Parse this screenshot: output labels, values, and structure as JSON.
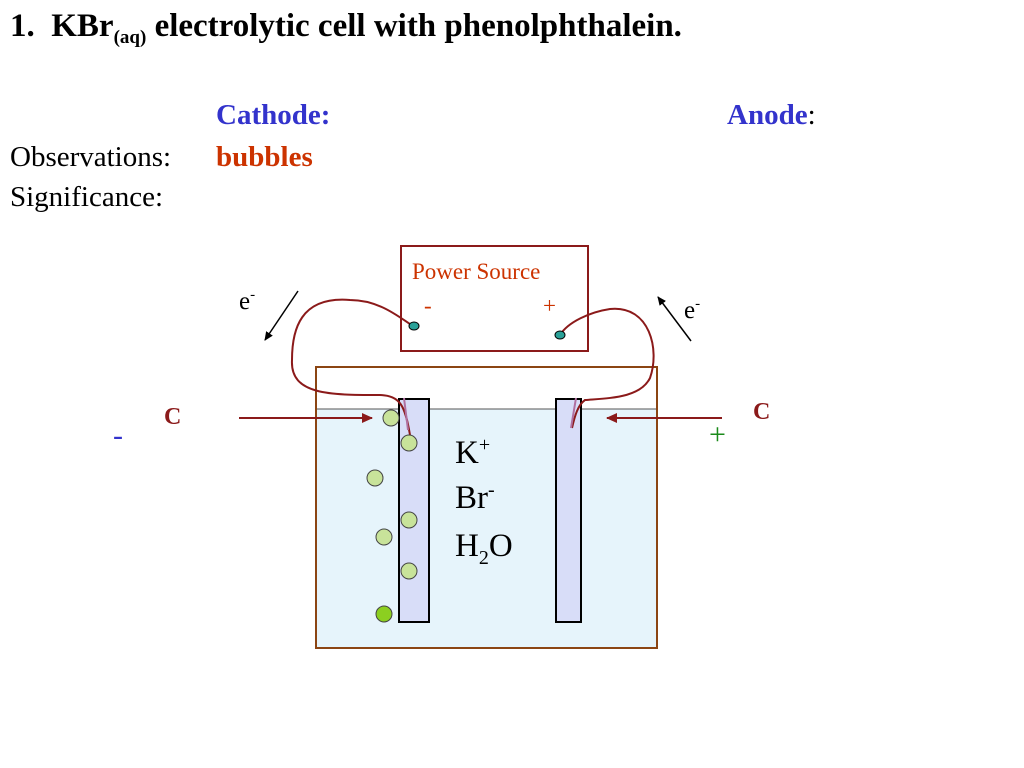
{
  "title": {
    "number": "1.",
    "formula": "KBr",
    "subscript": "(aq)",
    "rest": "electrolytic cell with phenolphthalein."
  },
  "headers": {
    "cathode": "Cathode:",
    "anode_word": "Anode",
    "anode_colon": ":"
  },
  "rows": {
    "observations_label": "Observations:",
    "observations_cathode": "bubbles",
    "significance_label": "Significance:"
  },
  "power_source": {
    "label": "Power Source",
    "neg": "-",
    "pos": "+"
  },
  "electron": {
    "symbol": "e",
    "charge": "-"
  },
  "electrodes": {
    "left_material": "C",
    "right_material": "C",
    "left_sign": "-",
    "right_sign": "+"
  },
  "solution": {
    "k_base": "K",
    "k_charge": "+",
    "br_base": "Br",
    "br_charge": "-",
    "water_h": "H",
    "water_sub": "2",
    "water_o": "O"
  },
  "colors": {
    "cathode_header": "#3333cc",
    "bubbles_text": "#cc3300",
    "wire": "#8b1a1a",
    "beaker_border": "#8b4513",
    "solution_fill": "#e6f4fb",
    "electrode_fill": "#d8ddf8",
    "bubble_fill": "#c8e39a",
    "bubble_dark": "#8ccf20",
    "terminal": "#2aa198",
    "plus_sign": "#1a8a1a"
  }
}
